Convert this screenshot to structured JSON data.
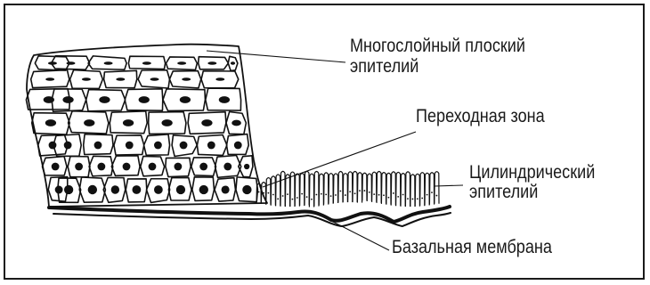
{
  "labels": {
    "stratified_line1": "Многослойный плоский",
    "stratified_line2": "эпителий",
    "transition_zone": "Переходная зона",
    "columnar_line1": "Цилиндрический",
    "columnar_line2": "эпителий",
    "basal_membrane": "Базальная мембрана"
  }
}
